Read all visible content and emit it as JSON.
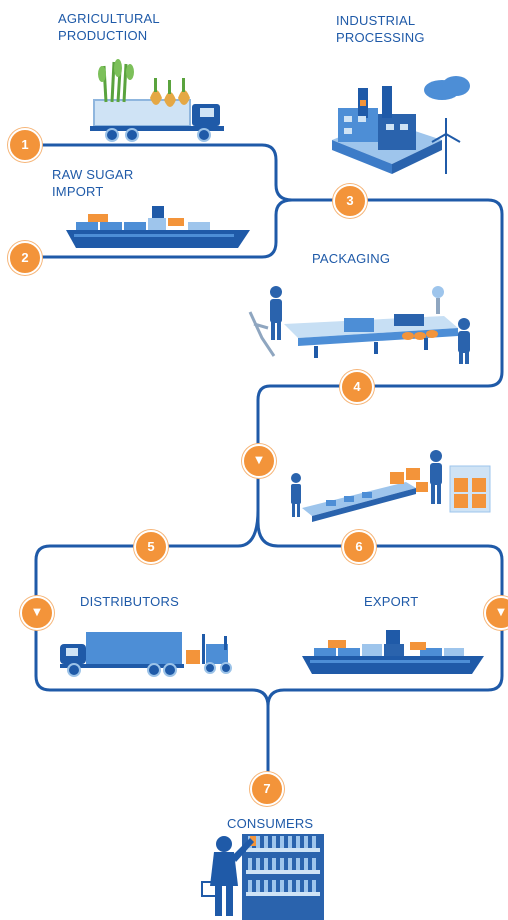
{
  "colors": {
    "line": "#1f5aa8",
    "badge": "#f3943a",
    "label": "#1f5aa8"
  },
  "labels": {
    "agri_line1": "AGRICULTURAL",
    "agri_line2": "PRODUCTION",
    "ind_line1": "INDUSTRIAL",
    "ind_line2": "PROCESSING",
    "raw_line1": "RAW SUGAR",
    "raw_line2": "IMPORT",
    "packaging": "PACKAGING",
    "distributors": "DISTRIBUTORS",
    "export": "EXPORT",
    "consumers": "CONSUMERS"
  },
  "badges": {
    "b1": "1",
    "b2": "2",
    "b3": "3",
    "b4": "4",
    "b5": "5",
    "b6": "6",
    "b7": "7"
  },
  "arrow_glyph": "▼",
  "icons": [
    "sugarcane-truck-icon",
    "factory-icon",
    "cargo-ship-icon",
    "packaging-line-icon",
    "warehouse-icon",
    "delivery-truck-icon",
    "export-ship-icon",
    "consumer-shelf-icon"
  ]
}
